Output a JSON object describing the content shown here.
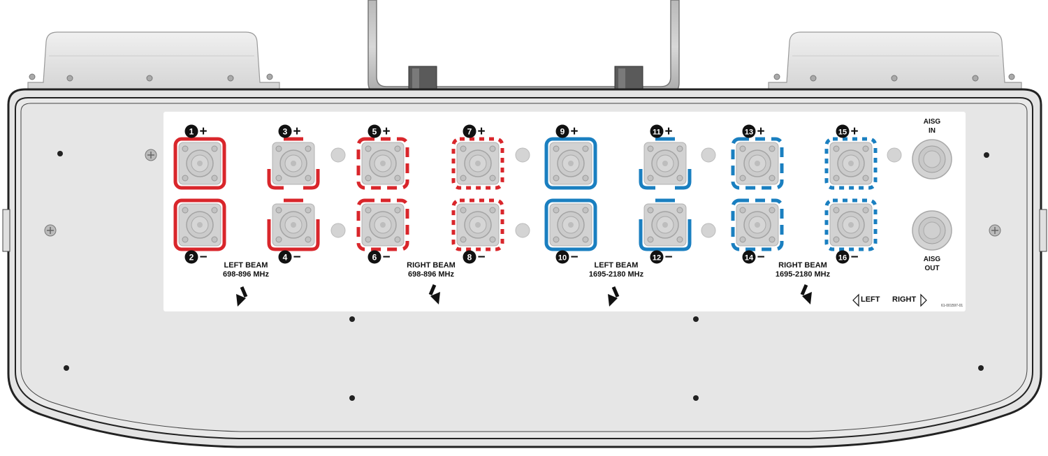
{
  "panel": {
    "part_number": "61-001597-01",
    "direction": {
      "left": "LEFT",
      "right": "RIGHT"
    },
    "aisg": {
      "in_line1": "AISG",
      "in_line2": "IN",
      "out_line1": "AISG",
      "out_line2": "OUT"
    }
  },
  "beams": [
    {
      "line1": "LEFT BEAM",
      "line2": "698-896 MHz"
    },
    {
      "line1": "RIGHT BEAM",
      "line2": "698-896 MHz"
    },
    {
      "line1": "LEFT BEAM",
      "line2": "1695-2180 MHz"
    },
    {
      "line1": "RIGHT BEAM",
      "line2": "1695-2180 MHz"
    }
  ],
  "colors": {
    "low_band": "#d9262b",
    "high_band": "#1a7fc0"
  },
  "ports": [
    {
      "num": "1",
      "sign": "+",
      "band": "low",
      "style": "solid"
    },
    {
      "num": "2",
      "sign": "−",
      "band": "low",
      "style": "solid"
    },
    {
      "num": "3",
      "sign": "+",
      "band": "low",
      "style": "brackets"
    },
    {
      "num": "4",
      "sign": "−",
      "band": "low",
      "style": "brackets"
    },
    {
      "num": "5",
      "sign": "+",
      "band": "low",
      "style": "dashed"
    },
    {
      "num": "6",
      "sign": "−",
      "band": "low",
      "style": "dashed"
    },
    {
      "num": "7",
      "sign": "+",
      "band": "low",
      "style": "dotted"
    },
    {
      "num": "8",
      "sign": "−",
      "band": "low",
      "style": "dotted"
    },
    {
      "num": "9",
      "sign": "+",
      "band": "high",
      "style": "solid"
    },
    {
      "num": "10",
      "sign": "−",
      "band": "high",
      "style": "solid"
    },
    {
      "num": "11",
      "sign": "+",
      "band": "high",
      "style": "brackets"
    },
    {
      "num": "12",
      "sign": "−",
      "band": "high",
      "style": "brackets"
    },
    {
      "num": "13",
      "sign": "+",
      "band": "high",
      "style": "dashed"
    },
    {
      "num": "14",
      "sign": "−",
      "band": "high",
      "style": "dashed"
    },
    {
      "num": "15",
      "sign": "+",
      "band": "high",
      "style": "dotted"
    },
    {
      "num": "16",
      "sign": "−",
      "band": "high",
      "style": "dotted"
    }
  ]
}
